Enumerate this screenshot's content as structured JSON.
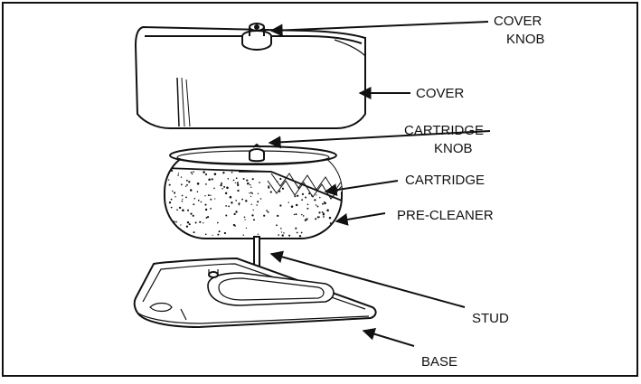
{
  "labels": {
    "cover_knob_1": "COVER",
    "cover_knob_2": "KNOB",
    "cover": "COVER",
    "cartridge_knob_1": "CARTRIDGE",
    "cartridge_knob_2": "KNOB",
    "cartridge": "CARTRIDGE",
    "pre_cleaner": "PRE-CLEANER",
    "stud": "STUD",
    "base": "BASE"
  },
  "colors": {
    "ink": "#111111",
    "background": "#ffffff"
  }
}
